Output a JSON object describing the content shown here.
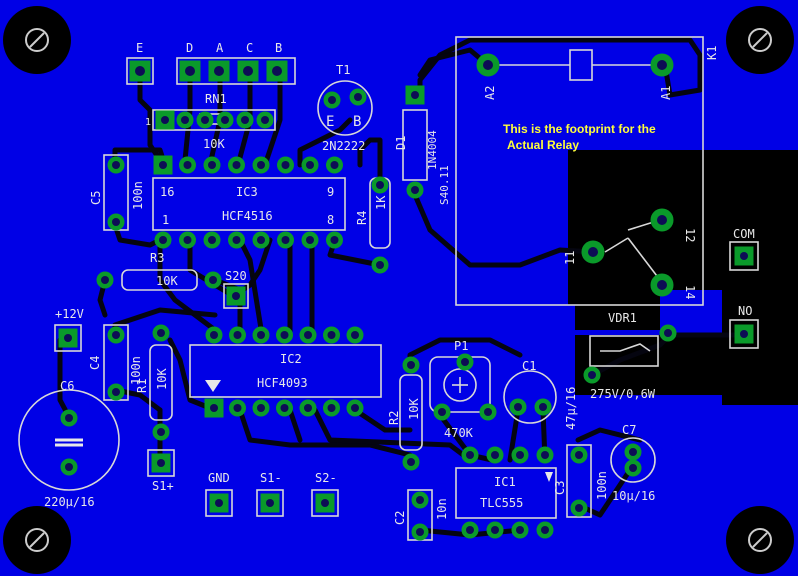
{
  "components": {
    "k1": "K1",
    "a2": "A2",
    "a1": "A1",
    "pin11": "11",
    "pin12": "12",
    "pin14": "14",
    "note_line1": "This is the footprint for the",
    "note_line2": "Actual Relay",
    "t1": "T1",
    "t1_part": "2N2222",
    "t1_e": "E",
    "t1_b": "B",
    "d1": "D1",
    "d1_part": "1N4004",
    "d1_value": "S40.11",
    "rn1": "RN1",
    "rn1_value": "10K",
    "rn1_pin": "1",
    "ic3": "IC3",
    "ic3_part": "HCF4516",
    "ic3_pin16": "16",
    "ic3_pin9": "9",
    "ic3_pin1": "1",
    "ic3_pin8": "8",
    "c5": "C5",
    "c5_value": "100n",
    "r4": "R4",
    "r4_value": "1K",
    "r3": "R3",
    "r3_value": "10K",
    "s20": "S20",
    "ic2": "IC2",
    "ic2_part": "HCF4093",
    "c4": "C4",
    "c4_value": "100n",
    "r1": "R1",
    "r1_value": "10K",
    "c6": "C6",
    "c6_value": "220µ/16",
    "p1": "P1",
    "p1_value": "470K",
    "r2": "R2",
    "r2_value": "10K",
    "c1": "C1",
    "c1_value": "47µ/16",
    "ic1": "IC1",
    "ic1_part": "TLC555",
    "c3": "C3",
    "c3_value": "100n",
    "c7": "C7",
    "c7_value": "10µ/16",
    "c2": "C2",
    "c2_value": "10n",
    "vdr1": "VDR1",
    "vdr1_value": "275V/0,6W"
  },
  "connectors": {
    "e": "E",
    "d": "D",
    "a": "A",
    "c": "C",
    "b": "B",
    "plus12v": "+12V",
    "s1plus": "S1+",
    "gnd": "GND",
    "s1minus": "S1-",
    "s2minus": "S2-",
    "com": "COM",
    "no": "NO"
  },
  "colors": {
    "board": "#0000e6",
    "pad": "#0a9a2a",
    "silkscreen": "#d8d8d8",
    "note": "#ffff3a"
  }
}
